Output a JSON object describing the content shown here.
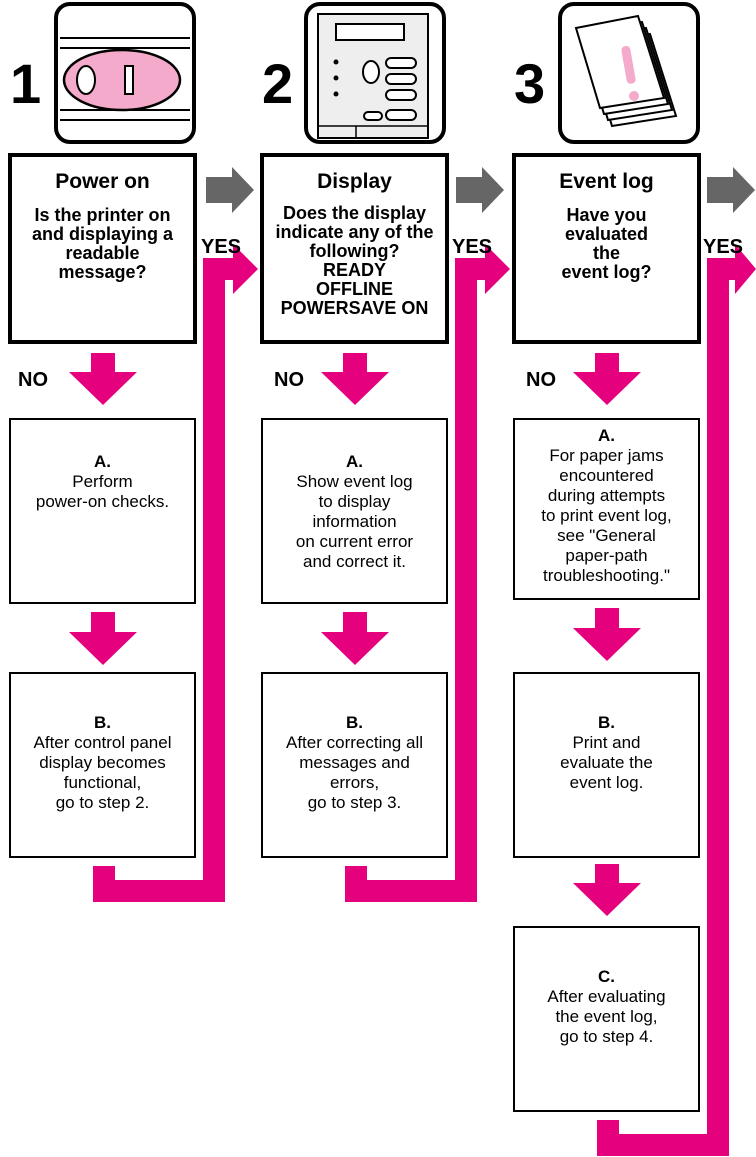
{
  "colors": {
    "accent": "#e5007e",
    "arrow_gray": "#666666",
    "box_border": "#000000"
  },
  "steps": [
    {
      "number": "1",
      "icon": "power-switch-icon",
      "title": "Power on",
      "question": "Is the printer on\nand displaying a\nreadable\nmessage?",
      "no_label": "NO",
      "yes_label": "YES",
      "actions": [
        {
          "label": "A.",
          "text": "Perform\npower-on checks."
        },
        {
          "label": "B.",
          "text": "After control panel\ndisplay becomes\nfunctional,\ngo to step 2."
        }
      ]
    },
    {
      "number": "2",
      "icon": "control-panel-icon",
      "title": "Display",
      "question": "Does the display\nindicate any of the\nfollowing?\nREADY\nOFFLINE\nPOWERSAVE ON",
      "no_label": "NO",
      "yes_label": "YES",
      "actions": [
        {
          "label": "A.",
          "text": "Show event log\nto display\ninformation\non current error\nand correct it."
        },
        {
          "label": "B.",
          "text": "After correcting all\nmessages and\nerrors,\ngo to step 3."
        }
      ]
    },
    {
      "number": "3",
      "icon": "event-log-icon",
      "title": "Event log",
      "question": "Have you\nevaluated\nthe\nevent log?",
      "no_label": "NO",
      "yes_label": "YES",
      "actions": [
        {
          "label": "A.",
          "text": "For paper jams\nencountered\nduring attempts\nto print event log,\nsee \"General\npaper-path\ntroubleshooting.\""
        },
        {
          "label": "B.",
          "text": "Print and\nevaluate the\nevent log."
        },
        {
          "label": "C.",
          "text": "After evaluating\nthe event log,\ngo to step 4."
        }
      ]
    }
  ]
}
